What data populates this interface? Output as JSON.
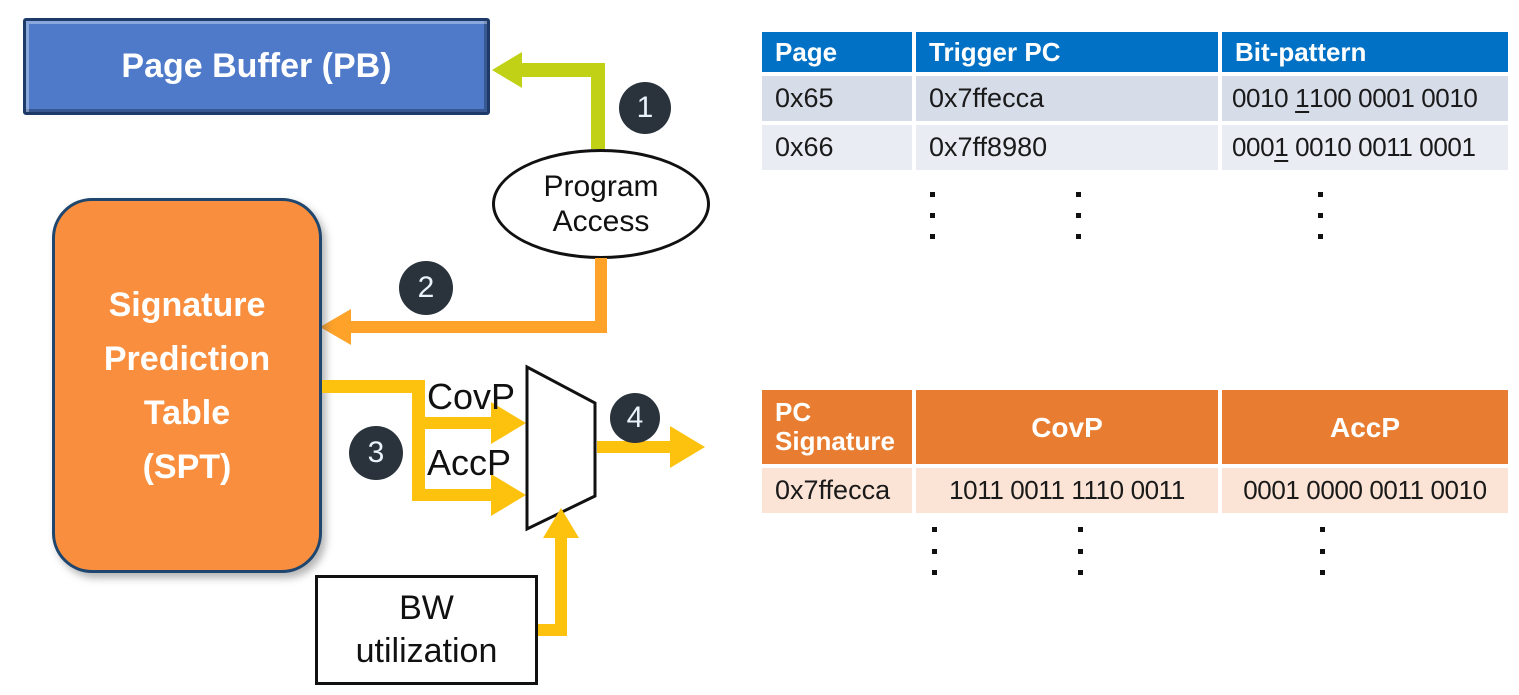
{
  "pb": {
    "label": "Page Buffer (PB)"
  },
  "spt": {
    "lines": [
      "Signature",
      "Prediction",
      "Table",
      "(SPT)"
    ]
  },
  "oval": {
    "lines": [
      "Program",
      "Access"
    ]
  },
  "mux": {
    "covp_label": "CovP",
    "accp_label": "AccP"
  },
  "bw": {
    "lines": [
      "BW",
      "utilization"
    ]
  },
  "steps": [
    "1",
    "2",
    "3",
    "4"
  ],
  "page_table": {
    "headers": [
      "Page",
      "Trigger PC",
      "Bit-pattern"
    ],
    "rows": [
      {
        "page": "0x65",
        "trigger_pc": "0x7ffecca",
        "bit_pattern": {
          "pre": "0010 ",
          "u": "1",
          "post": "100 0001 0010"
        }
      },
      {
        "page": "0x66",
        "trigger_pc": "0x7ff8980",
        "bit_pattern": {
          "pre": "000",
          "u": "1",
          "post": " 0010 0011 0001"
        }
      }
    ],
    "has_ellipsis_rows": true
  },
  "spt_table": {
    "headers": [
      "PC Signature",
      "CovP",
      "AccP"
    ],
    "rows": [
      {
        "pc_signature": "0x7ffecca",
        "covp": "1011 0011 1110 0011",
        "accp": "0001 0000 0011 0010"
      }
    ],
    "has_ellipsis_rows": true
  },
  "colors": {
    "pb_fill": "#4e7ac9",
    "pb_border": "#1d3a69",
    "spt_fill": "#f98f3e",
    "spt_border": "#1f466e",
    "step_circle": "#2a333c",
    "arrow_green": "#c0d116",
    "arrow_orange": "#ffa22a",
    "arrow_yellow": "#fdc20e",
    "table1_header": "#0071c5",
    "table1_row_odd": "#d6dce8",
    "table1_row_even": "#e9ecf3",
    "table2_header": "#e87d31",
    "table2_row": "#fbe3d5"
  }
}
